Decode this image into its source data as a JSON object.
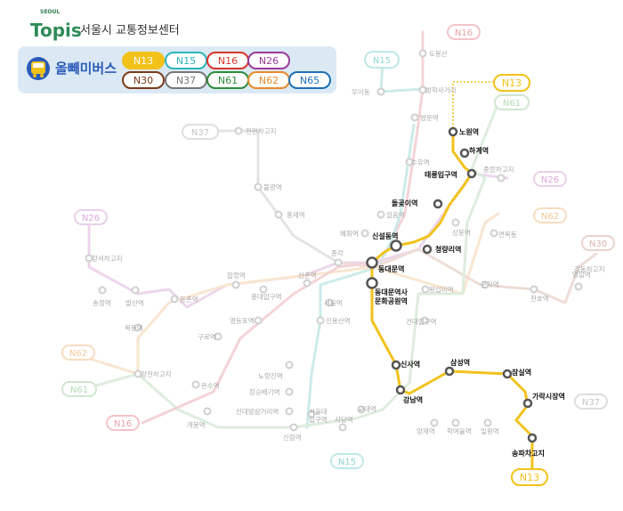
{
  "brand": {
    "seoul": "SEOUL",
    "topis": "Topis",
    "subtitle": "서울시 교통정보센터"
  },
  "legend": {
    "title": "올빼미버스",
    "routes": [
      {
        "id": "N13",
        "label": "N13",
        "color": "#f2c21b",
        "fill": "#f2c21b",
        "text": "#ffffff"
      },
      {
        "id": "N15",
        "label": "N15",
        "color": "#2bb5b8",
        "fill": "#ffffff",
        "text": "#2bb5b8"
      },
      {
        "id": "N16",
        "label": "N16",
        "color": "#d9342b",
        "fill": "#ffffff",
        "text": "#d9342b"
      },
      {
        "id": "N26",
        "label": "N26",
        "color": "#9b3c9a",
        "fill": "#ffffff",
        "text": "#9b3c9a"
      },
      {
        "id": "N30",
        "label": "N30",
        "color": "#7a3b16",
        "fill": "#ffffff",
        "text": "#7a3b16"
      },
      {
        "id": "N37",
        "label": "N37",
        "color": "#777777",
        "fill": "#ffffff",
        "text": "#777777"
      },
      {
        "id": "N61",
        "label": "N61",
        "color": "#2e8b3a",
        "fill": "#ffffff",
        "text": "#2e8b3a"
      },
      {
        "id": "N62",
        "label": "N62",
        "color": "#e8892b",
        "fill": "#ffffff",
        "text": "#e8892b"
      },
      {
        "id": "N65",
        "label": "N65",
        "color": "#1e6fb8",
        "fill": "#ffffff",
        "text": "#1e6fb8"
      }
    ]
  },
  "active_route": "N13",
  "stations_active": [
    "노원역",
    "하계역",
    "태릉입구역",
    "돌곶이역",
    "신설동역",
    "청량리역",
    "동대문역",
    "동대문역사",
    "문화공원역",
    "신사역",
    "강남역",
    "삼성역",
    "잠실역",
    "가락시장역",
    "송파차고지"
  ],
  "stations_faded": [
    "도봉산",
    "방학사거리",
    "우이동",
    "쌍문역",
    "진관차고지",
    "수유역",
    "불광역",
    "중랑차고지",
    "홍제역",
    "길음역",
    "상봉역",
    "혜화역",
    "면목동",
    "종각",
    "강서차고지",
    "합정역",
    "신촌역",
    "강동차고지",
    "명일역",
    "송정역",
    "발산역",
    "등촌역",
    "홍대입구역",
    "왕십리역",
    "군자역",
    "천호역",
    "서울역",
    "목동역",
    "건대입구역",
    "영등포역",
    "구로역",
    "신용산역",
    "양천차고지",
    "노량진역",
    "온수역",
    "장승배기역",
    "신대방삼거리역",
    "서울대",
    "입구역",
    "교대역",
    "개봉역",
    "사당역",
    "신림역",
    "양재역",
    "학여울역",
    "일원역"
  ],
  "route_badges": [
    "N16",
    "N15",
    "N13",
    "N61",
    "N37",
    "N26",
    "N62",
    "N30",
    "N26",
    "N62",
    "N61",
    "N16",
    "N37",
    "N15",
    "N13"
  ]
}
